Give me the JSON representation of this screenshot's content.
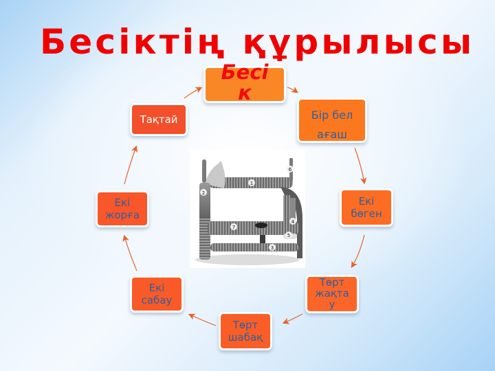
{
  "title": "Бесіктің құрылысы",
  "center_node": {
    "label": "Бесі\nк",
    "color": "#fa8726",
    "text_color": "#f20a0a"
  },
  "nodes": [
    {
      "id": "bir-bel-agash",
      "label": "Бір бел\nағаш",
      "position": "top-right",
      "color": "#fc781f",
      "text_color": "#2f5f9e"
    },
    {
      "id": "eki-bogen",
      "label": "Екі\nбөген",
      "position": "right",
      "color": "#fc6c23",
      "text_color": "#2f5f9e"
    },
    {
      "id": "tort-zhaktau",
      "label": "Төрт\nжақта\nу",
      "position": "bottom-right",
      "color": "#fb6628",
      "text_color": "#2f5f9e"
    },
    {
      "id": "tort-shabak",
      "label": "Төрт\nшабақ",
      "position": "bottom",
      "color": "#fa5e26",
      "text_color": "#2f5f9e"
    },
    {
      "id": "eki-sabau",
      "label": "Екі\nсабау",
      "position": "bottom-left",
      "color": "#f95a28",
      "text_color": "#2f5f9e"
    },
    {
      "id": "eki-zhorga",
      "label": "Екі\nжорға",
      "position": "left",
      "color": "#f9562a",
      "text_color": "#2f5f9e"
    },
    {
      "id": "taktai",
      "label": "Тақтай",
      "position": "top-left",
      "color": "#f24f2a",
      "text_color": "#ffffff"
    }
  ],
  "photo": {
    "description": "black-and-white photo of a wooden cradle (besik) with numbered parts",
    "part_numbers": [
      "1",
      "2",
      "3",
      "4",
      "5",
      "6",
      "7"
    ]
  },
  "colors": {
    "title": "#f00000",
    "arrow": "#e8622a",
    "background_light": "#f4f9fe",
    "background_edge": "#a9d3f5"
  }
}
